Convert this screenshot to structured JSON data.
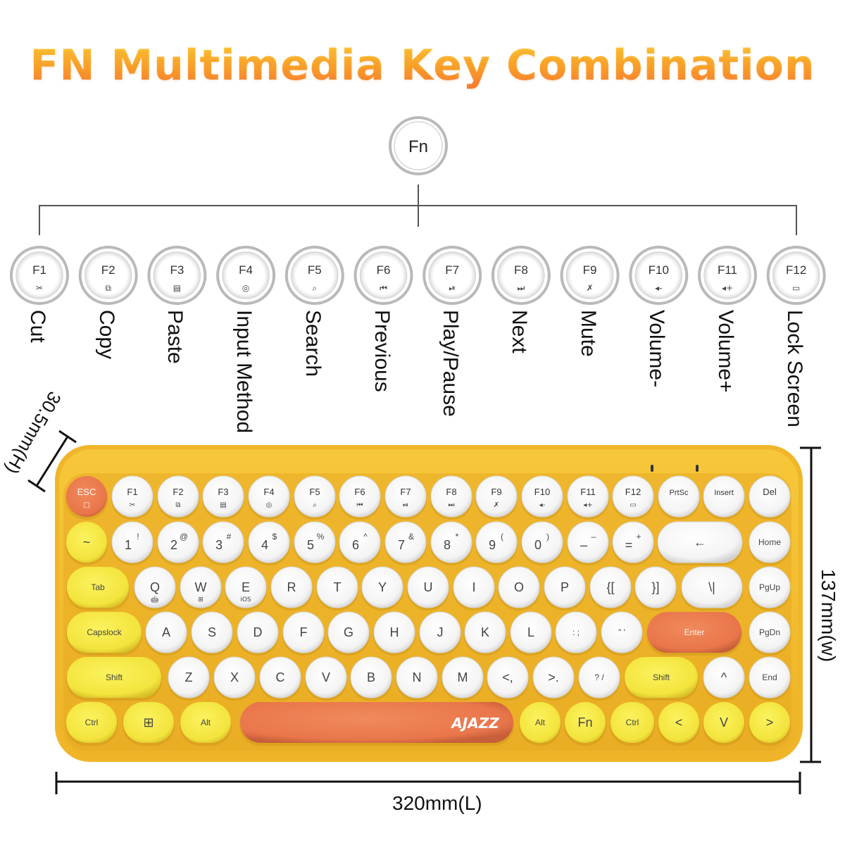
{
  "title": "FN Multimedia Key Combination",
  "fn_key_label": "Fn",
  "fn_combos": [
    {
      "key": "F1",
      "icon": "scissors-icon",
      "function": "Cut"
    },
    {
      "key": "F2",
      "icon": "copy-icon",
      "function": "Copy"
    },
    {
      "key": "F3",
      "icon": "paste-icon",
      "function": "Paste"
    },
    {
      "key": "F4",
      "icon": "globe-icon",
      "function": "Input Method"
    },
    {
      "key": "F5",
      "icon": "search-icon",
      "function": "Search"
    },
    {
      "key": "F6",
      "icon": "previous-icon",
      "function": "Previous"
    },
    {
      "key": "F7",
      "icon": "play-pause-icon",
      "function": "Play/Pause"
    },
    {
      "key": "F8",
      "icon": "next-icon",
      "function": "Next"
    },
    {
      "key": "F9",
      "icon": "mute-icon",
      "function": "Mute"
    },
    {
      "key": "F10",
      "icon": "volume-down-icon",
      "function": "Volume-"
    },
    {
      "key": "F11",
      "icon": "volume-up-icon",
      "function": "Volume+"
    },
    {
      "key": "F12",
      "icon": "lock-screen-icon",
      "function": "Lock Screen"
    }
  ],
  "keyboard": {
    "brand": "AJAZZ",
    "rows": [
      [
        {
          "top": "ESC",
          "sub": "□",
          "color": "orange"
        },
        {
          "top": "F1",
          "sub": "✂"
        },
        {
          "top": "F2",
          "sub": "⧉"
        },
        {
          "top": "F3",
          "sub": "▤"
        },
        {
          "top": "F4",
          "sub": "◎"
        },
        {
          "top": "F5",
          "sub": "⌕"
        },
        {
          "top": "F6",
          "sub": "⏮"
        },
        {
          "top": "F7",
          "sub": "⏯"
        },
        {
          "top": "F8",
          "sub": "⏭"
        },
        {
          "top": "F9",
          "sub": "✗"
        },
        {
          "top": "F10",
          "sub": "◂-"
        },
        {
          "top": "F11",
          "sub": "◂+"
        },
        {
          "top": "F12",
          "sub": "▭"
        },
        {
          "top": "PrtSc"
        },
        {
          "top": "Insert"
        },
        {
          "top": "Del"
        }
      ],
      [
        {
          "main": "~",
          "color": "yellow"
        },
        {
          "main": "1",
          "shift": "!"
        },
        {
          "main": "2",
          "shift": "@"
        },
        {
          "main": "3",
          "shift": "#"
        },
        {
          "main": "4",
          "shift": "$"
        },
        {
          "main": "5",
          "shift": "%"
        },
        {
          "main": "6",
          "shift": "^"
        },
        {
          "main": "7",
          "shift": "&"
        },
        {
          "main": "8",
          "shift": "*"
        },
        {
          "main": "9",
          "shift": "("
        },
        {
          "main": "0",
          "shift": ")"
        },
        {
          "main": "–",
          "shift": "–"
        },
        {
          "main": "=",
          "shift": "+"
        },
        {
          "main": "←",
          "wide": true
        },
        {
          "main": "Home"
        }
      ],
      [
        {
          "main": "Tab",
          "color": "yellow",
          "wide": true
        },
        {
          "main": "Q",
          "sub": "🤖"
        },
        {
          "main": "W",
          "sub": "⊞"
        },
        {
          "main": "E",
          "sub": "iOS"
        },
        {
          "main": "R"
        },
        {
          "main": "T"
        },
        {
          "main": "Y"
        },
        {
          "main": "U"
        },
        {
          "main": "I"
        },
        {
          "main": "O"
        },
        {
          "main": "P"
        },
        {
          "main": "{["
        },
        {
          "main": "}]"
        },
        {
          "main": "\\|",
          "wide": true
        },
        {
          "main": "PgUp"
        }
      ],
      [
        {
          "main": "Capslock",
          "color": "yellow",
          "wide": true
        },
        {
          "main": "A"
        },
        {
          "main": "S"
        },
        {
          "main": "D"
        },
        {
          "main": "F"
        },
        {
          "main": "G"
        },
        {
          "main": "H"
        },
        {
          "main": "J"
        },
        {
          "main": "K"
        },
        {
          "main": "L"
        },
        {
          "main": ": ;"
        },
        {
          "main": "\" '"
        },
        {
          "main": "Enter",
          "color": "orange",
          "wide": true
        },
        {
          "main": "PgDn"
        }
      ],
      [
        {
          "main": "Shift",
          "color": "yellow",
          "wide": true
        },
        {
          "main": "Z"
        },
        {
          "main": "X"
        },
        {
          "main": "C"
        },
        {
          "main": "V"
        },
        {
          "main": "B"
        },
        {
          "main": "N"
        },
        {
          "main": "M"
        },
        {
          "main": "<,"
        },
        {
          "main": ">."
        },
        {
          "main": "? /"
        },
        {
          "main": "Shift",
          "color": "yellow",
          "wide": true
        },
        {
          "main": "^"
        },
        {
          "main": "End"
        }
      ],
      [
        {
          "main": "Ctrl",
          "color": "yellow"
        },
        {
          "main": "⊞",
          "color": "yellow"
        },
        {
          "main": "Alt",
          "color": "yellow"
        },
        {
          "main": "AJAZZ",
          "color": "orange",
          "wide": true
        },
        {
          "main": "Alt",
          "color": "yellow"
        },
        {
          "main": "Fn",
          "color": "yellow"
        },
        {
          "main": "Ctrl",
          "color": "yellow"
        },
        {
          "main": "<",
          "color": "yellow"
        },
        {
          "main": "V",
          "color": "yellow"
        },
        {
          "main": ">",
          "color": "yellow"
        }
      ]
    ]
  },
  "dimensions": {
    "length": "320mm(L)",
    "width": "137mm(w)",
    "height": "30.5mm(H)"
  },
  "colors": {
    "body": "#f3bd2e",
    "yellow_key": "#f7ec4a",
    "orange_key": "#ec7a4f",
    "white_key": "#ffffff",
    "title_gradient": [
      "#ffd23a",
      "#ff7a3a"
    ]
  }
}
